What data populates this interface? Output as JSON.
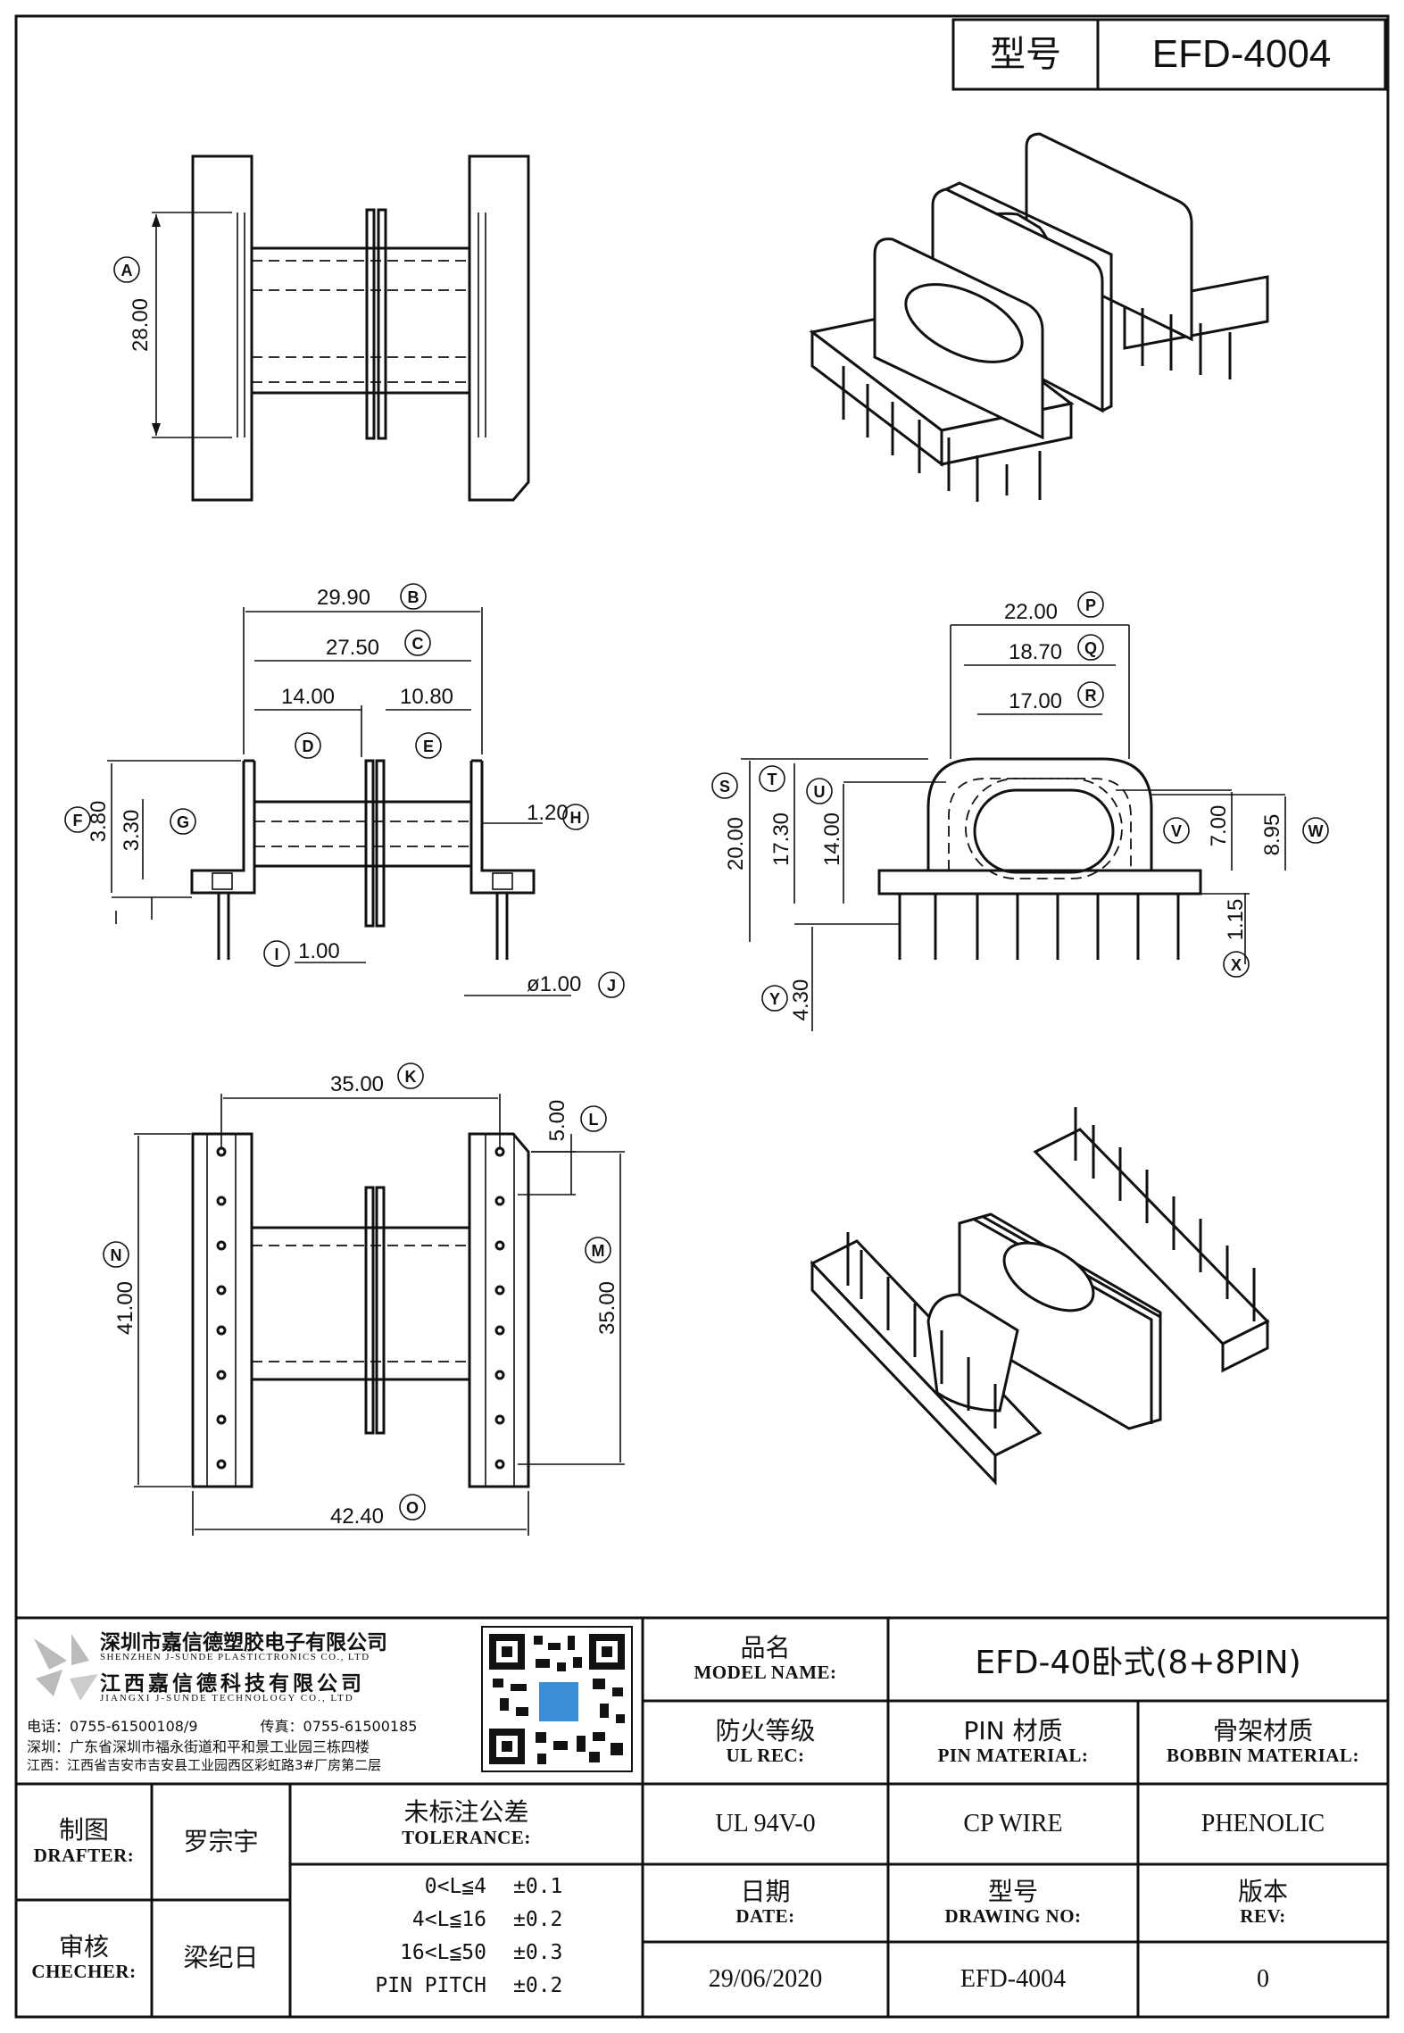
{
  "header": {
    "model_label": "型号",
    "model_value": "EFD-4004"
  },
  "dims": {
    "A": "28.00",
    "B": "29.90",
    "C": "27.50",
    "D": "14.00",
    "E": "10.80",
    "F": "3.80",
    "G": "3.30",
    "H": "1.20",
    "I": "1.00",
    "J": "ø1.00",
    "K": "35.00",
    "L": "5.00",
    "M": "35.00",
    "N": "41.00",
    "O": "42.40",
    "P": "22.00",
    "Q": "18.70",
    "R": "17.00",
    "S": "20.00",
    "T": "17.30",
    "U": "14.00",
    "V": "7.00",
    "W": "8.95",
    "X": "1.15",
    "Y": "4.30"
  },
  "labels": {
    "A": "A",
    "B": "B",
    "C": "C",
    "D": "D",
    "E": "E",
    "F": "F",
    "G": "G",
    "H": "H",
    "I": "I",
    "J": "J",
    "K": "K",
    "L": "L",
    "M": "M",
    "N": "N",
    "O": "O",
    "P": "P",
    "Q": "Q",
    "R": "R",
    "S": "S",
    "T": "T",
    "U": "U",
    "V": "V",
    "W": "W",
    "X": "X",
    "Y": "Y"
  },
  "company": {
    "name_sz": "深圳市嘉信德塑胶电子有限公司",
    "en_sz": "SHENZHEN J-SUNDE PLASTICTRONICS CO., LTD",
    "name_jx": "江西嘉信德科技有限公司",
    "en_jx": "JIANGXI J-SUNDE TECHNOLOGY CO., LTD",
    "phone": "电话：0755-61500108/9",
    "fax": "传真：0755-61500185",
    "addr_sz": "深圳：广东省深圳市福永街道和平和景工业园三栋四楼",
    "addr_jx": "江西：江西省吉安市吉安县工业园西区彩虹路3#厂房第二层"
  },
  "title_block": {
    "model_name_cn": "品名",
    "model_name_en": "MODEL NAME:",
    "model_name_value": "EFD-40卧式(8+8PIN)",
    "ul_cn": "防火等级",
    "ul_en": "UL REC:",
    "ul_value": "UL 94V-0",
    "pin_cn": "PIN 材质",
    "pin_en": "PIN MATERIAL:",
    "pin_value": "CP WIRE",
    "bobbin_cn": "骨架材质",
    "bobbin_en": "BOBBIN MATERIAL:",
    "bobbin_value": "PHENOLIC",
    "date_cn": "日期",
    "date_en": "DATE:",
    "date_value": "29/06/2020",
    "drawing_cn": "型号",
    "drawing_en": "DRAWING NO:",
    "drawing_value": "EFD-4004",
    "rev_cn": "版本",
    "rev_en": "REV:",
    "rev_value": "0"
  },
  "signoff": {
    "drafter_cn": "制图",
    "drafter_en": "DRAFTER:",
    "drafter_name": "罗宗宇",
    "checker_cn": "审核",
    "checker_en": "CHECHER:",
    "checker_name": "梁纪日"
  },
  "tolerance": {
    "label_cn": "未标注公差",
    "label_en": "TOLERANCE:",
    "rows": [
      {
        "range": "0<L≦4",
        "value": "±0.1"
      },
      {
        "range": "4<L≦16",
        "value": "±0.2"
      },
      {
        "range": "16<L≦50",
        "value": "±0.3"
      },
      {
        "range": "PIN PITCH",
        "value": "±0.2"
      }
    ]
  }
}
